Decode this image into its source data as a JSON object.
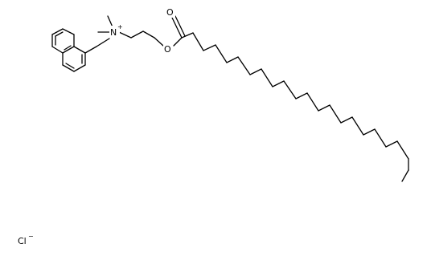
{
  "molecule": {
    "atoms": {
      "nitrogen": "N",
      "nitrogen_charge": "+",
      "ester_oxygen": "O",
      "carbonyl_oxygen": "O"
    },
    "counterion": {
      "symbol": "Cl",
      "charge": "−"
    }
  },
  "colors": {
    "bond": "#000000",
    "background": "#ffffff"
  }
}
